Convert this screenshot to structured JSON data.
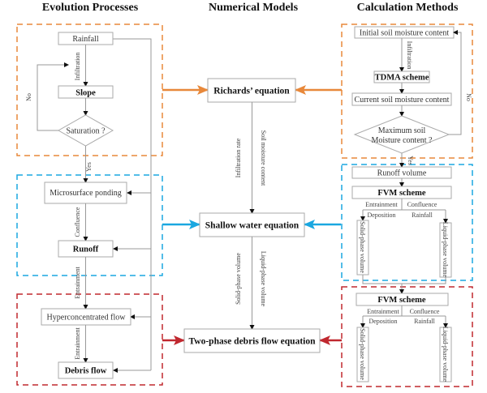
{
  "headers": {
    "evolution": "Evolution Processes",
    "numerical": "Numerical Models",
    "calculation": "Calculation Methods"
  },
  "colors": {
    "orange": "#E8883A",
    "cyan": "#1AA7E0",
    "red": "#C0282F",
    "box_border": "#AAAAAA",
    "line": "#999999"
  },
  "evolution": {
    "rainfall": "Rainfall",
    "infiltration": "Infiltration",
    "slope": "Slope",
    "no": "No",
    "saturation": "Saturation ?",
    "yes": "Yes",
    "microsurface": "Microsurface ponding",
    "confluence": "Confluence",
    "runoff": "Runoff",
    "entrainment1": "Entrainment",
    "hyperconcentrated": "Hyperconcentrated flow",
    "entrainment2": "Entrainment",
    "debris": "Debris flow"
  },
  "models": {
    "richards": "Richards’ equation",
    "infiltration_rate": "Infiltration rate",
    "soil_moisture": "Soil moisture content",
    "shallow": "Shallow water equation",
    "solid_phase": "Solid-phase volume",
    "liquid_phase": "Liquid-phase volume",
    "two_phase": "Two-phase debris flow equation"
  },
  "calc": {
    "initial": "Initial soil moisture content",
    "infiltration": "Infiltration",
    "tdma": "TDMA scheme",
    "current": "Current soil moisture content",
    "max_line1": "Maximum soil",
    "max_line2": "Moisture content ?",
    "no": "No",
    "yes": "Yes",
    "runoff_volume": "Runoff volume",
    "fvm1": "FVM scheme",
    "entrainment1": "Entrainment",
    "confluence1": "Confluence",
    "deposition1": "Deposition",
    "rainfall1": "Rainfall",
    "solid1": "Solid-phase volume",
    "liquid1": "Liquid-phase volume",
    "fvm2": "FVM scheme",
    "entrainment2": "Entrainment",
    "confluence2": "Confluence",
    "deposition2": "Deposition",
    "rainfall2": "Rainfall",
    "solid2": "Solid-phase volume",
    "liquid2": "Liquid-phase volume"
  }
}
